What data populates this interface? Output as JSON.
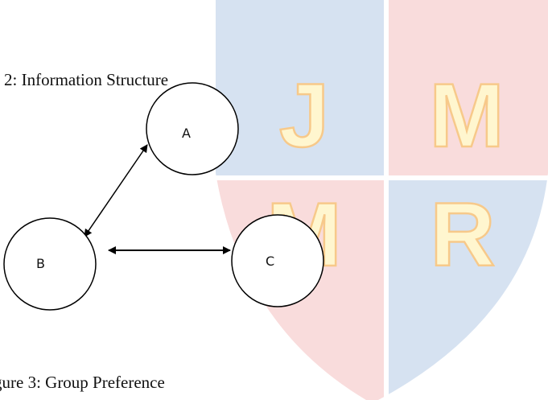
{
  "captions": {
    "top": "2: Information Structure",
    "bottom": "gure 3: Group Preference"
  },
  "watermark": {
    "letters": [
      "J",
      "M",
      "M",
      "R"
    ],
    "colors": {
      "blue_panel": "#d6e2f1",
      "red_panel": "#f9dcdc",
      "letter_fill": "#fff6cf",
      "letter_stroke": "#f7c98a"
    }
  },
  "diagram": {
    "nodes": [
      {
        "id": "A",
        "label": "A"
      },
      {
        "id": "B",
        "label": "B"
      },
      {
        "id": "C",
        "label": "C"
      }
    ],
    "edges": [
      {
        "from": "A",
        "to": "B",
        "direction": "both"
      },
      {
        "from": "B",
        "to": "C",
        "direction": "both"
      }
    ]
  }
}
